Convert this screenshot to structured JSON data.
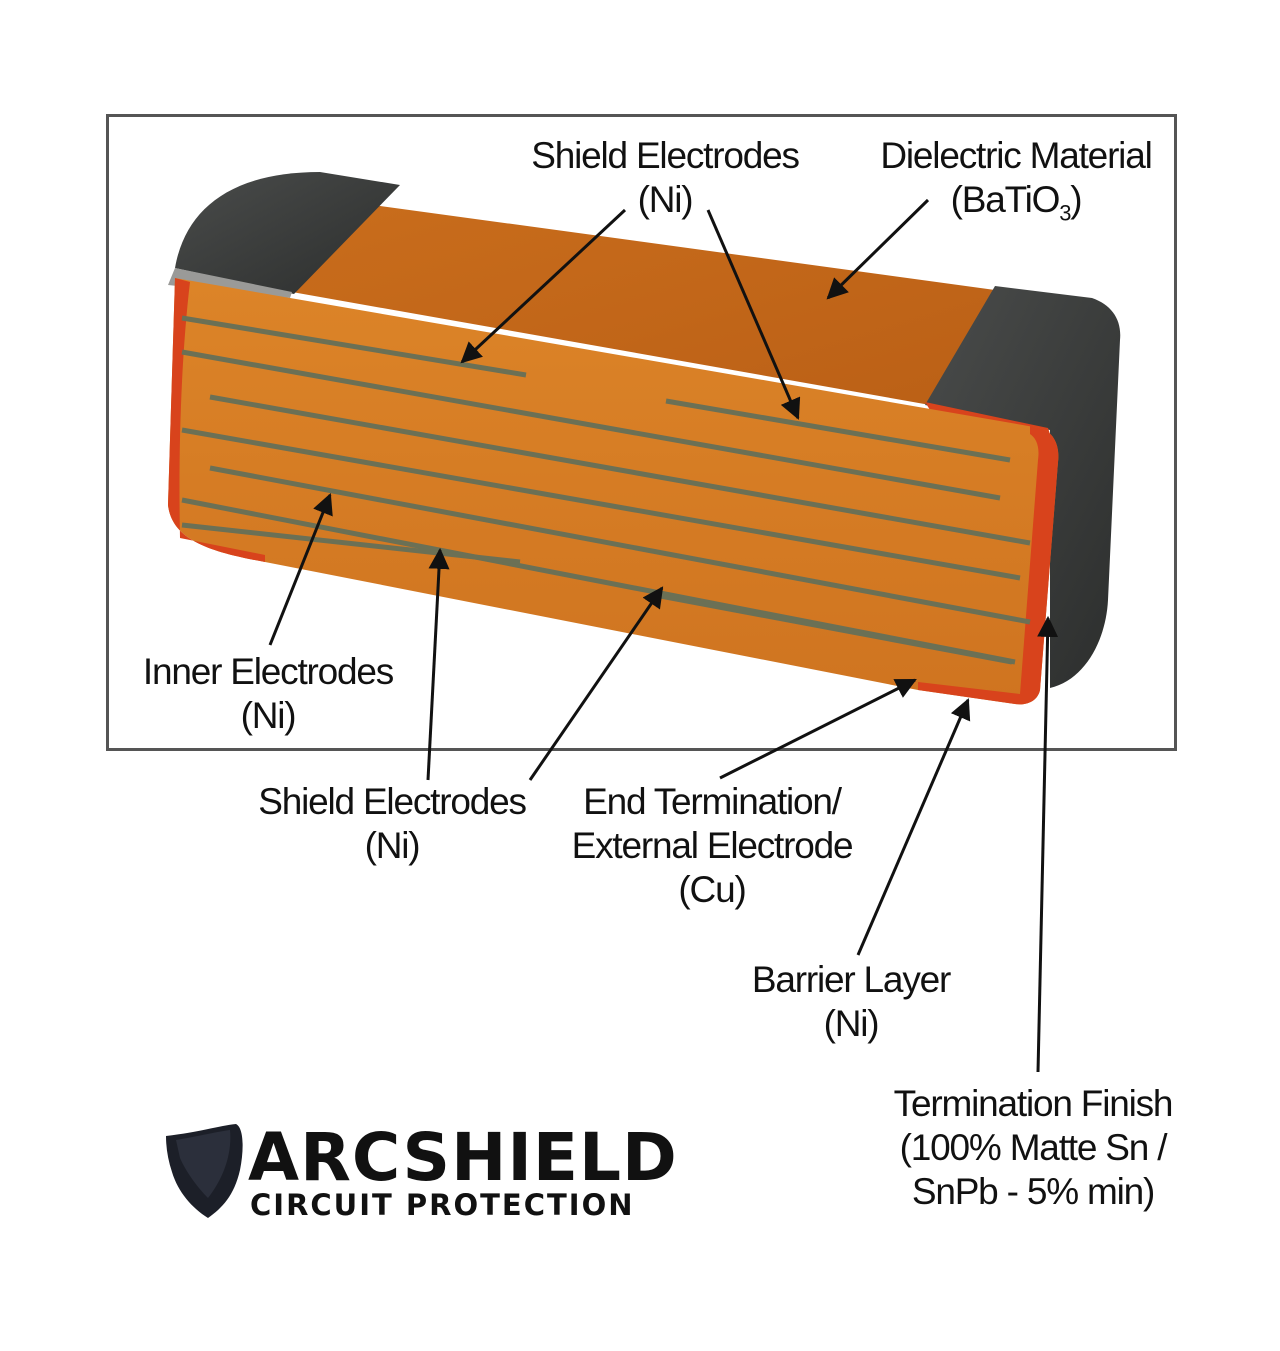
{
  "labels": {
    "shield_top": {
      "line1": "Shield Electrodes",
      "line2": "(Ni)"
    },
    "dielectric": {
      "line1": "Dielectric Material",
      "line2_pre": "(BaTiO",
      "line2_sub": "3",
      "line2_post": ")"
    },
    "inner": {
      "line1": "Inner Electrodes",
      "line2": "(Ni)"
    },
    "shield_bottom": {
      "line1": "Shield Electrodes",
      "line2": "(Ni)"
    },
    "end_termination": {
      "line1": "End Termination/",
      "line2": "External Electrode",
      "line3": "(Cu)"
    },
    "barrier": {
      "line1": "Barrier Layer",
      "line2": "(Ni)"
    },
    "finish": {
      "line1": "Termination Finish",
      "line2": "(100% Matte Sn /",
      "line3": "SnPb - 5% min)"
    }
  },
  "logo": {
    "name": "ARCSHIELD",
    "tagline": "CIRCUIT PROTECTION"
  },
  "colors": {
    "body_orange": "#d2781f",
    "top_orange": "#c4681a",
    "electrode_gray": "#6b7055",
    "termination_dark": "#3d3f3e",
    "copper_red": "#d8431c"
  }
}
